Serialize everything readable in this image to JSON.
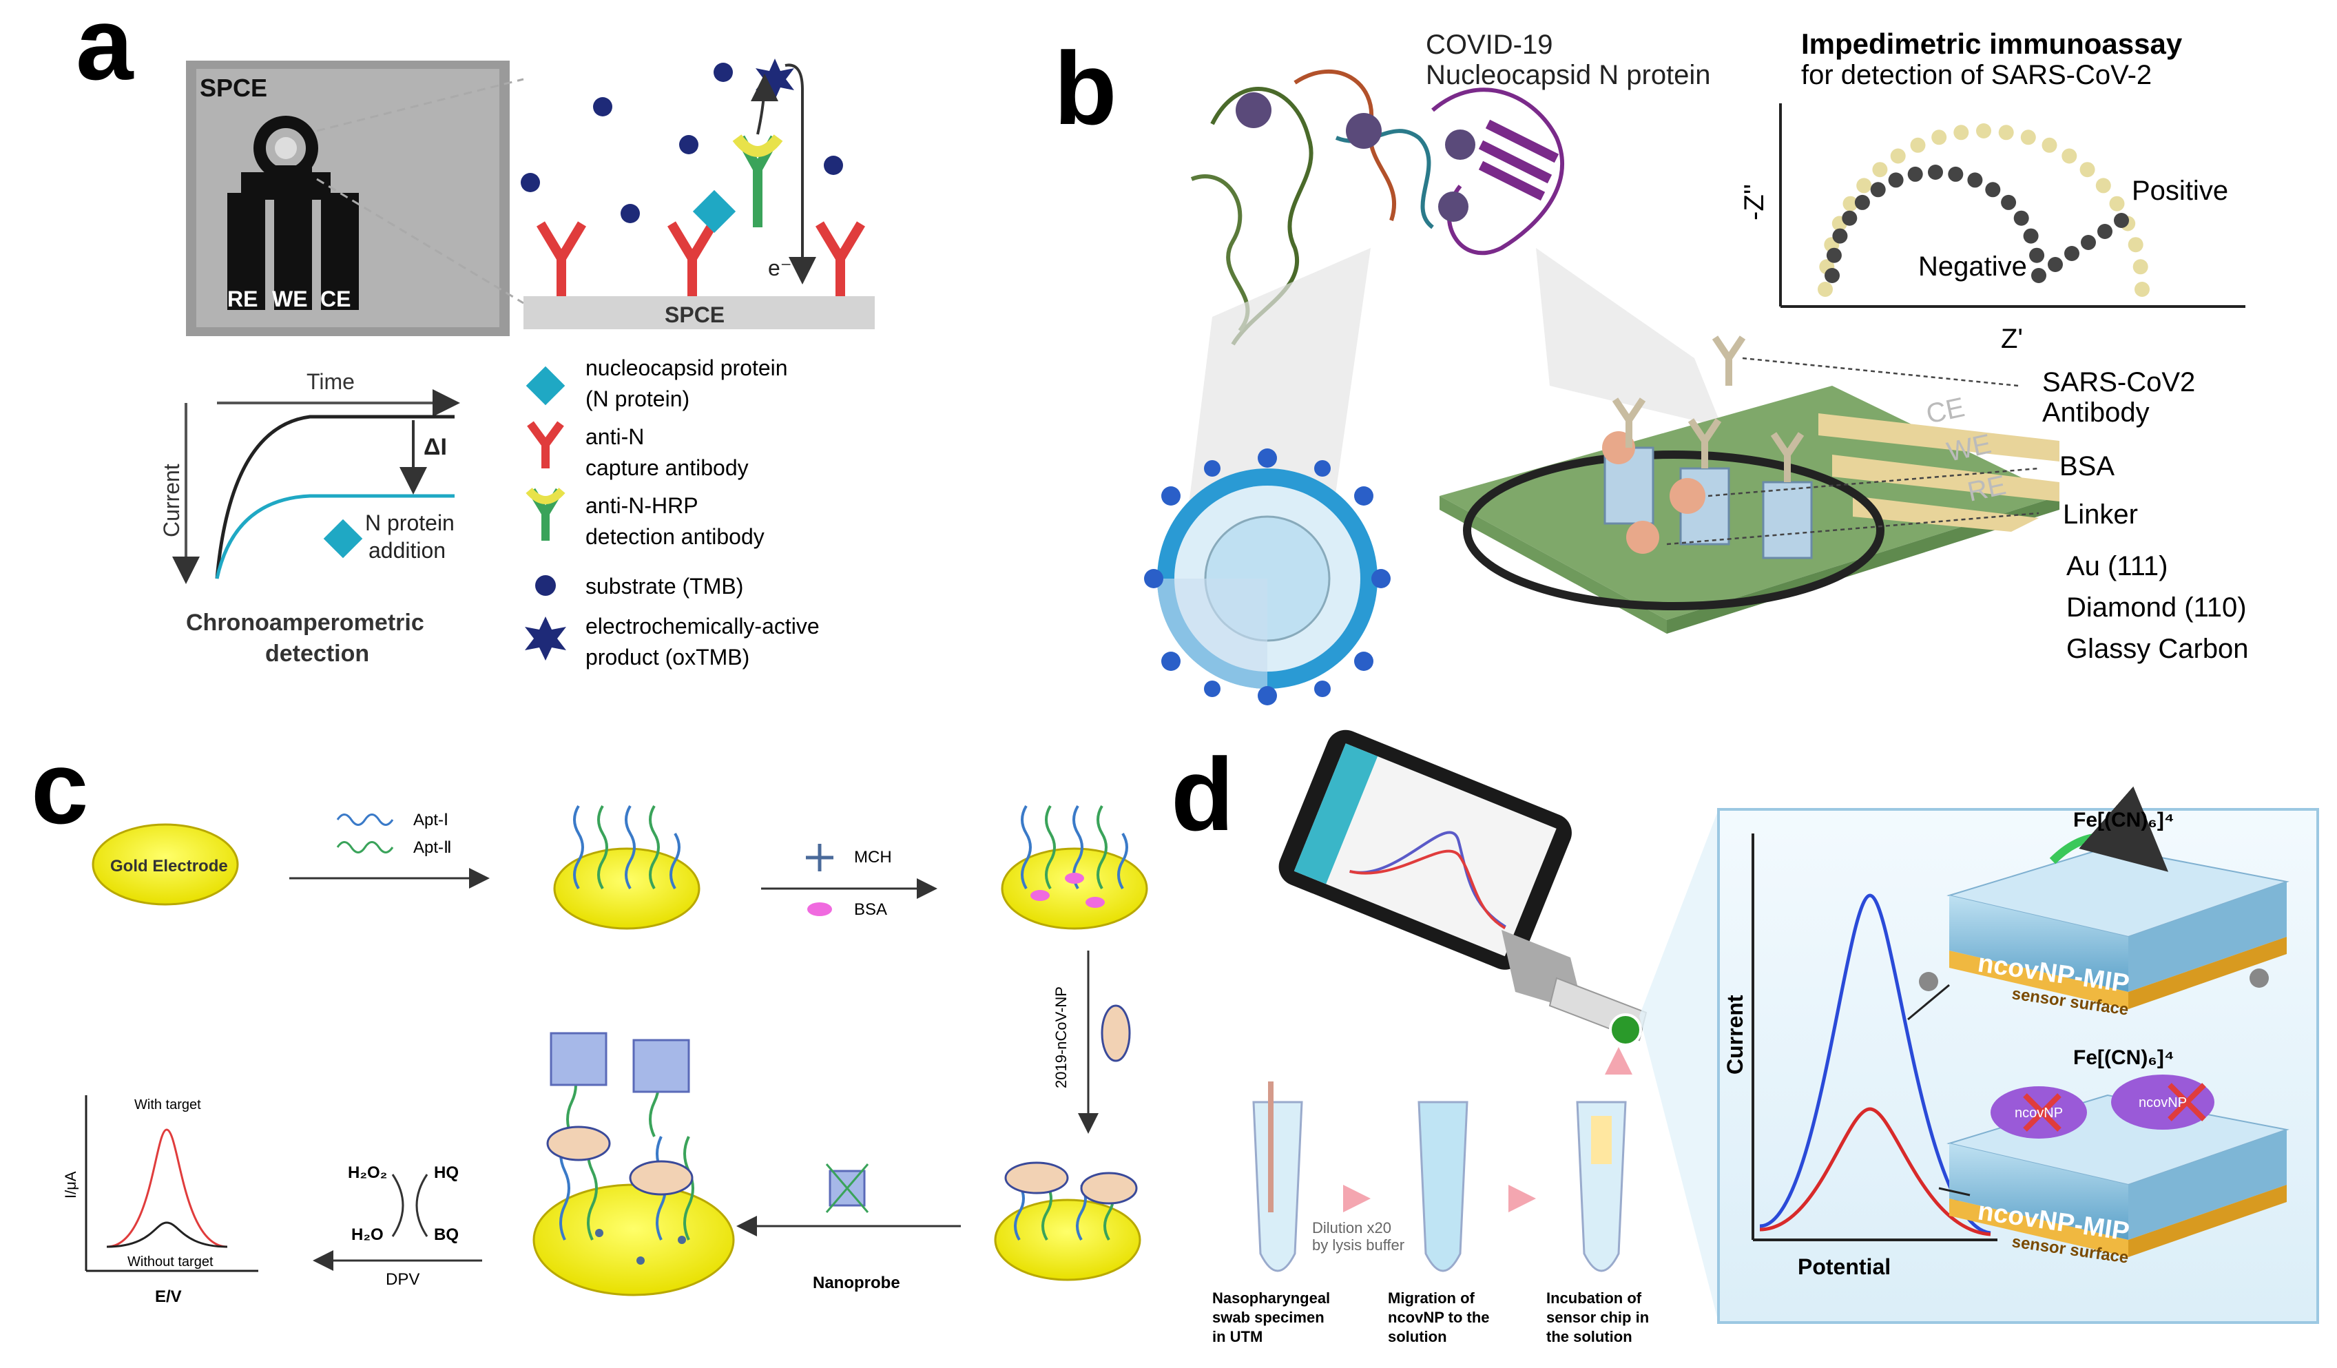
{
  "panel_a": {
    "letter": "a",
    "spce_photo_label": "SPCE",
    "electrode_labels": [
      "RE",
      "WE",
      "CE"
    ],
    "electrode_base": "SPCE",
    "electron": "e⁻",
    "time": "Time",
    "delta_i": "ΔI",
    "current": "Current",
    "n_protein_addition": [
      "N protein",
      "addition"
    ],
    "caption": [
      "Chronoamperometric",
      "detection"
    ],
    "legend": [
      {
        "icon": "diamond-icon",
        "lines": [
          "nucleocapsid protein",
          "(N protein)"
        ]
      },
      {
        "icon": "capture-antibody-icon",
        "lines": [
          "anti-N",
          "capture antibody"
        ]
      },
      {
        "icon": "detection-antibody-icon",
        "lines": [
          "anti-N-HRP",
          "detection antibody"
        ]
      },
      {
        "icon": "dot-icon",
        "lines": [
          "substrate (TMB)"
        ]
      },
      {
        "icon": "star-icon",
        "lines": [
          "electrochemically-active",
          "product (oxTMB)"
        ]
      }
    ],
    "colors": {
      "cyan": "#1fa8c4",
      "red": "#e03c3c",
      "green": "#3aa35a",
      "yellow": "#e8e24a",
      "navy": "#1e2a78"
    }
  },
  "panel_b": {
    "letter": "b",
    "protein_title": [
      "COVID-19",
      "Nucleocapsid N protein"
    ],
    "assay_title": "Impedimetric immunoassay",
    "assay_subtitle": "for detection of SARS-CoV-2",
    "y_axis": "-Z''",
    "x_axis": "Z'",
    "positive": "Positive",
    "negative": "Negative",
    "electrodes": [
      "CE",
      "WE",
      "RE"
    ],
    "labels": [
      "SARS-CoV2",
      "Antibody",
      "BSA",
      "Linker",
      "Au (111)",
      "Diamond (110)",
      "Glassy Carbon"
    ]
  },
  "panel_c": {
    "letter": "c",
    "gold_electrode": "Gold Electrode",
    "apt1": "Apt-Ⅰ",
    "apt2": "Apt-Ⅱ",
    "mch": "MCH",
    "bsa": "BSA",
    "target": "2019-nCoV-NP",
    "nanoprobe": "Nanoprobe",
    "dpv": "DPV",
    "h2o2": "H₂O₂",
    "hq": "HQ",
    "h2o": "H₂O",
    "bq": "BQ",
    "with_target": "With target",
    "without_target": "Without target",
    "y_axis": "I/μA",
    "x_axis": "E/V"
  },
  "panel_d": {
    "letter": "d",
    "redox": "Fe[(CN)₆]⁴",
    "mip": "ncovNP-MIP",
    "sensor_surface": "sensor surface",
    "ncovnp": "ncovNP",
    "current": "Current",
    "potential": "Potential",
    "dilution": [
      "Dilution x20",
      "by lysis buffer"
    ],
    "steps": [
      [
        "Nasopharyngeal",
        "swab specimen",
        "in UTM"
      ],
      [
        "Migration of",
        "ncovNP to the",
        "solution"
      ],
      [
        "Incubation of",
        "sensor chip in",
        "the solution"
      ]
    ]
  }
}
